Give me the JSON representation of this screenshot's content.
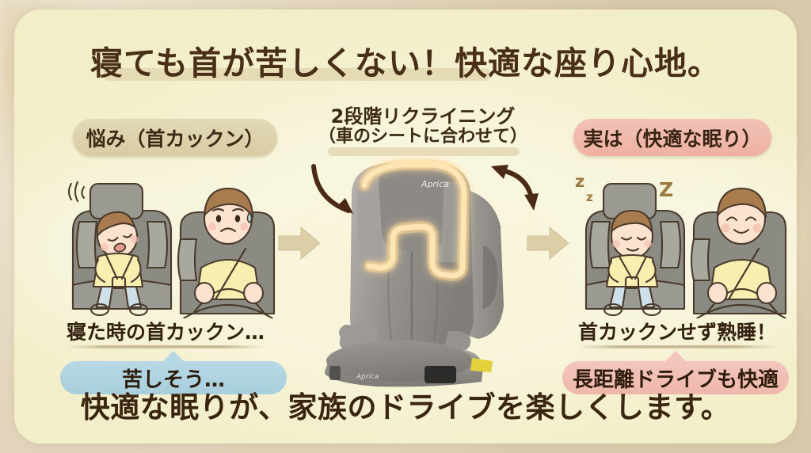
{
  "page": {
    "headline": "寝ても首が苦しくない！快適な座り心地。",
    "bottom_line": "快適な眠りが、家族のドライブを楽しくします。",
    "background_color": "#f8f5dd",
    "border_color": "#ddcfb2",
    "text_color": "#4a2f18"
  },
  "before": {
    "pill_label": "悩み（首カックン）",
    "pill_color": "#ded2ad",
    "caption": "寝た時の首カックン…",
    "bubble_label": "苦しそう…",
    "bubble_color": "#aed3e1",
    "illustration": {
      "child_state": "slumped-head-forward-sleeping",
      "driver_state": "worried-sweating",
      "sweat_icon": "sweat-drop-icon",
      "motion_icon": "wobble-lines-icon"
    }
  },
  "product": {
    "caption_line1": "2段階リクライニング",
    "caption_line2": "（車のシートに合わせて）",
    "brand": "Aprica",
    "highlight_color": "#ffe2a8",
    "seat_color": "#8f8b88",
    "indicator_color": "#0f9e5e",
    "release_tab_color": "#e8d43c",
    "arrow_color": "#4a2a14"
  },
  "after": {
    "pill_label": "実は（快適な眠り）",
    "pill_color": "#efb1a3",
    "caption": "首カックンせず熟睡！",
    "bubble_label": "長距離ドライブも快適",
    "bubble_color": "#efbdb1",
    "illustration": {
      "child_state": "head-supported-sleeping-soundly",
      "driver_state": "smiling-relaxed",
      "sleep_icon": "zzz-icon",
      "sleep_marks": [
        "z",
        "z",
        "z",
        "Z"
      ]
    }
  },
  "flow": {
    "arrow_color": "#d8c9a1",
    "arrow_1_name": "flow-arrow-before-to-product",
    "arrow_2_name": "flow-arrow-product-to-after"
  }
}
